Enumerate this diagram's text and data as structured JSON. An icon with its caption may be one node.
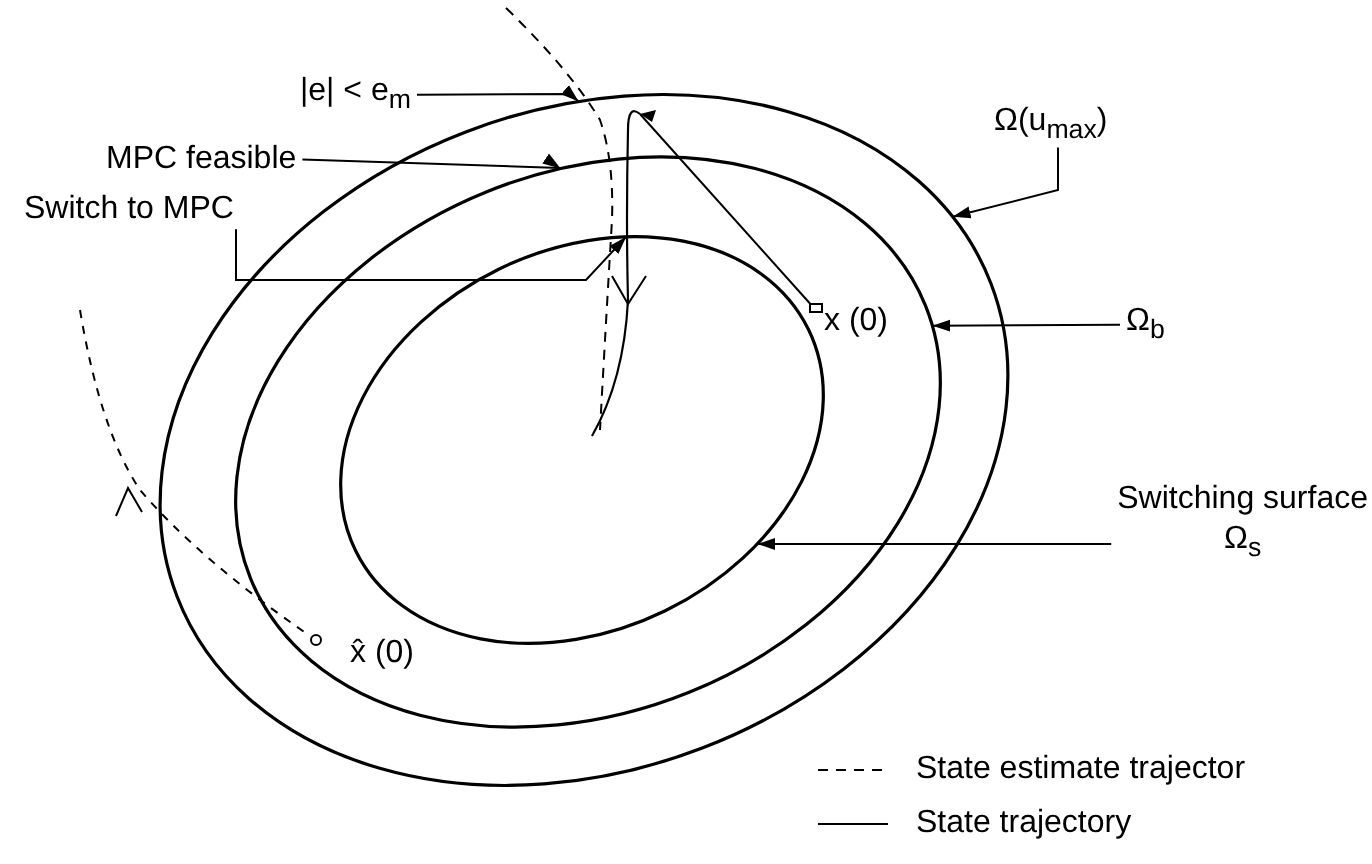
{
  "diagram": {
    "nodes": [
      {
        "text": [],
        "shape": "circle"
      },
      {
        "text": [],
        "shape": "circle",
        "in": 0
      },
      {
        "text": [],
        "shape": "circle",
        "in": 1
      },
      {
        "text": [
          "|e| < e$_{m}$"
        ]
      },
      {
        "text": [
          "MPC feasible"
        ]
      },
      {
        "text": [
          "Switch to MPC"
        ]
      },
      {
        "text": [
          "Ω(u$_{max}$)"
        ]
      },
      {
        "text": [
          "Ω$_{b}$"
        ]
      },
      {
        "text": [
          "Switching surface",
          "Ω$_{s}$"
        ]
      }
    ],
    "edges": [
      {
        "from": 3,
        "to": 0,
        "arrow": "to"
      },
      {
        "from": 4,
        "to": 1,
        "arrow": "to"
      },
      {
        "from": 5,
        "to": 2,
        "arrow": "to"
      },
      {
        "from": 6,
        "to": 0,
        "arrow": "to"
      },
      {
        "from": 7,
        "to": 1,
        "arrow": "to"
      },
      {
        "from": 8,
        "to": 2,
        "arrow": "to"
      }
    ],
    "labels": [
      "x (0)",
      "x̂ (0)"
    ],
    "legend": [
      {
        "text": "State estimate trajector"
      },
      {
        "text": "State trajectory"
      }
    ]
  }
}
